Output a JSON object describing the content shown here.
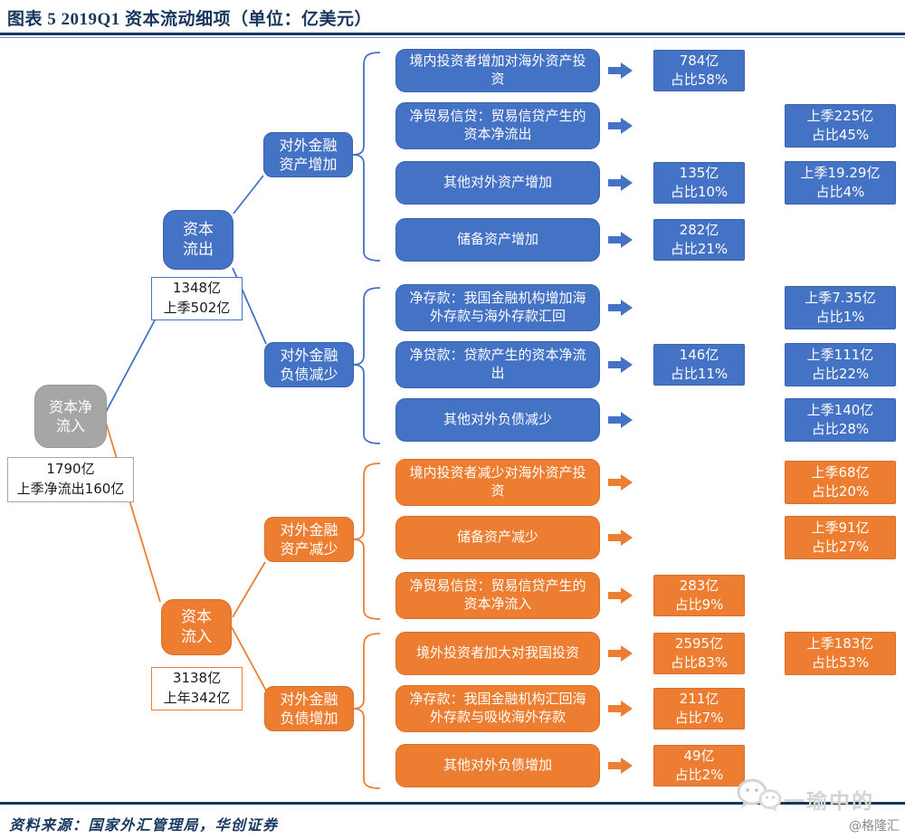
{
  "title": "图表 5  2019Q1 资本流动细项（单位：亿美元）",
  "colors": {
    "outflow_blue": "#4472C4",
    "inflow_orange": "#ED7D31",
    "root_gray": "#A6A6A6",
    "heading_navy": "#17375E"
  },
  "root": {
    "node_line1": "资本净",
    "node_line2": "流入",
    "note_line1": "1790亿",
    "note_line2": "上季净流出160亿"
  },
  "branches": [
    {
      "name": "资本流出",
      "node_line1": "资本",
      "node_line2": "流出",
      "note_line1": "1348亿",
      "note_line2": "上季502亿",
      "groups": [
        {
          "node_line1": "对外金融",
          "node_line2": "资产增加",
          "items": [
            {
              "label": "境内投资者增加对海外资产投资",
              "value": "784亿",
              "share": "占比58%"
            },
            {
              "label": "净贸易信贷：贸易信贷产生的资本净流出",
              "prev": "上季225亿",
              "prev_share": "占比45%"
            },
            {
              "label": "其他对外资产增加",
              "value": "135亿",
              "share": "占比10%",
              "prev": "上季19.29亿",
              "prev_share": "占比4%"
            },
            {
              "label": "储备资产增加",
              "value": "282亿",
              "share": "占比21%"
            }
          ]
        },
        {
          "node_line1": "对外金融",
          "node_line2": "负债减少",
          "items": [
            {
              "label": "净存款：我国金融机构增加海外存款与海外存款汇回",
              "prev": "上季7.35亿",
              "prev_share": "占比1%"
            },
            {
              "label": "净贷款：贷款产生的资本净流出",
              "value": "146亿",
              "share": "占比11%",
              "prev": "上季111亿",
              "prev_share": "占比22%"
            },
            {
              "label": "其他对外负债减少",
              "prev": "上季140亿",
              "prev_share": "占比28%"
            }
          ]
        }
      ]
    },
    {
      "name": "资本流入",
      "node_line1": "资本",
      "node_line2": "流入",
      "note_line1": "3138亿",
      "note_line2": "上年342亿",
      "groups": [
        {
          "node_line1": "对外金融",
          "node_line2": "资产减少",
          "items": [
            {
              "label": "境内投资者减少对海外资产投资",
              "prev": "上季68亿",
              "prev_share": "占比20%"
            },
            {
              "label": "储备资产减少",
              "prev": "上季91亿",
              "prev_share": "占比27%"
            },
            {
              "label": "净贸易信贷：贸易信贷产生的资本净流入",
              "value": "283亿",
              "share": "占比9%"
            }
          ]
        },
        {
          "node_line1": "对外金融",
          "node_line2": "负债增加",
          "items": [
            {
              "label": "境外投资者加大对我国投资",
              "value": "2595亿",
              "share": "占比83%",
              "prev": "上季183亿",
              "prev_share": "占比53%"
            },
            {
              "label": "净存款：我国金融机构汇回海外存款与吸收海外存款",
              "value": "211亿",
              "share": "占比7%"
            },
            {
              "label": "其他对外负债增加",
              "value": "49亿",
              "share": "占比2%"
            }
          ]
        }
      ]
    }
  ],
  "footer": {
    "source": "资料来源：国家外汇管理局，华创证券"
  },
  "watermark": {
    "name": "一瑜中的",
    "handle": "@格隆汇"
  }
}
